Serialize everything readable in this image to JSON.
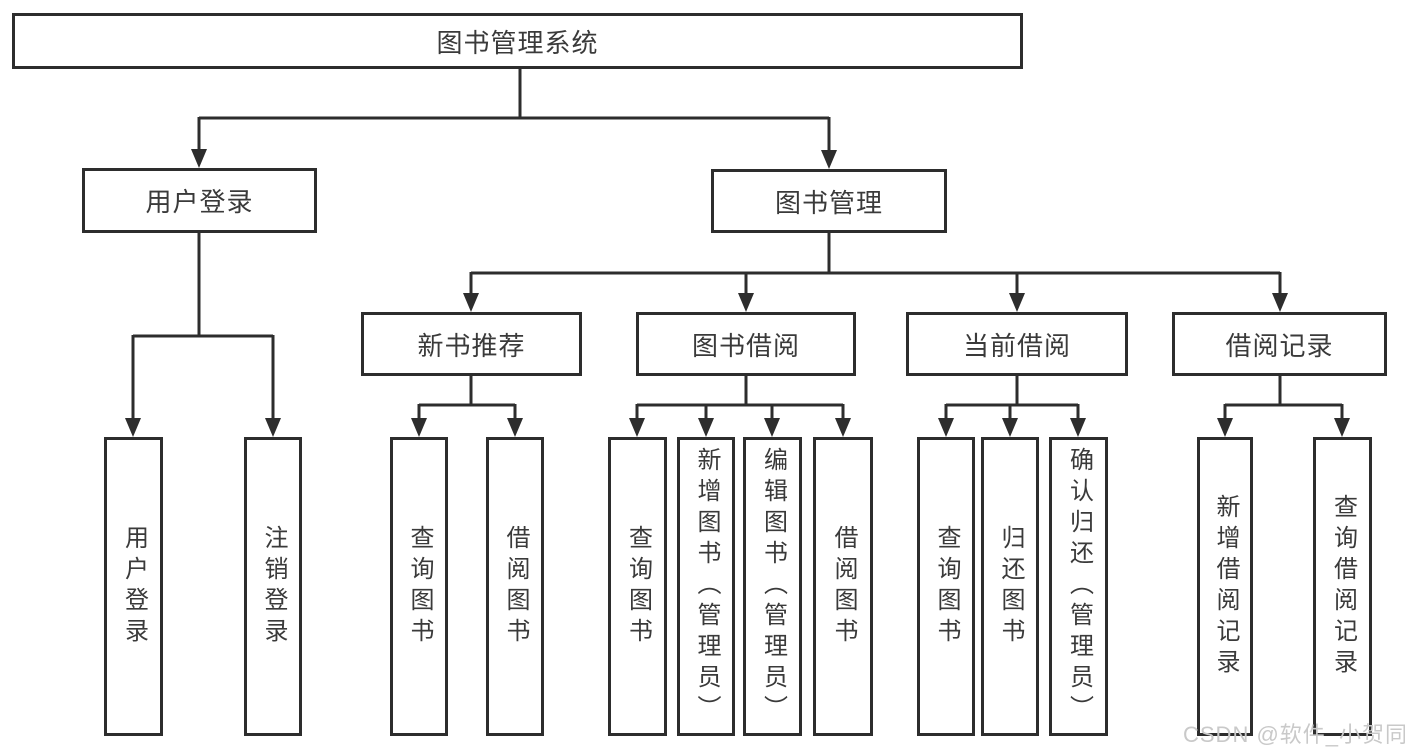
{
  "diagram_title": "图书管理系统",
  "tree": {
    "root": {
      "label": "图书管理系统"
    },
    "branches": [
      {
        "label": "用户登录",
        "children": [
          {
            "label": "用户登录"
          },
          {
            "label": "注销登录"
          }
        ]
      },
      {
        "label": "图书管理",
        "children": [
          {
            "label": "新书推荐",
            "children": [
              {
                "label": "查询图书"
              },
              {
                "label": "借阅图书"
              }
            ]
          },
          {
            "label": "图书借阅",
            "children": [
              {
                "label": "查询图书"
              },
              {
                "label": "新增图书（管理员）"
              },
              {
                "label": "编辑图书（管理员）"
              },
              {
                "label": "借阅图书"
              }
            ]
          },
          {
            "label": "当前借阅",
            "children": [
              {
                "label": "查询图书"
              },
              {
                "label": "归还图书"
              },
              {
                "label": "确认归还（管理员）"
              }
            ]
          },
          {
            "label": "借阅记录",
            "children": [
              {
                "label": "新增借阅记录"
              },
              {
                "label": "查询借阅记录"
              }
            ]
          }
        ]
      }
    ]
  },
  "watermark": {
    "text": "CSDN @软件_小贺同学"
  },
  "colors": {
    "line": "#2d2d2d",
    "text": "#3a3a3a",
    "background": "#ffffff",
    "watermark": "#c9c9c9"
  }
}
